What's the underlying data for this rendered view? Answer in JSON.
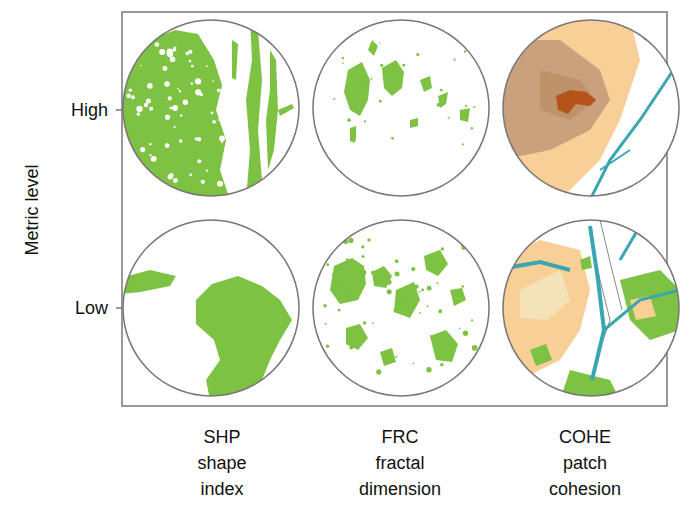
{
  "diagram": {
    "labels": [
      "Metric level",
      "High",
      "Low",
      "SHP",
      "shape index",
      "FRC",
      "fractal dimension",
      "COHE",
      "patch cohesion"
    ]
  }
}
